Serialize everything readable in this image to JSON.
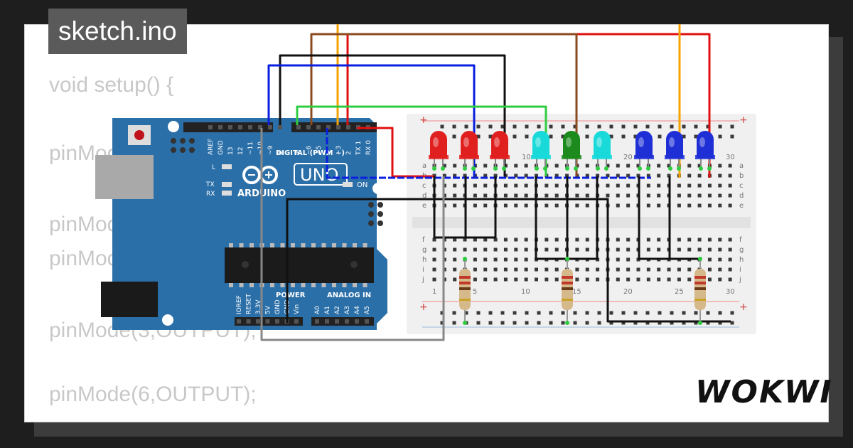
{
  "title": "sketch.ino",
  "code_lines": [
    "void setup() {",
    "pinMode(",
    "pinMode(",
    "pinMode(",
    "pinMode(3,OUTPUT);",
    "pinMode(6,OUTPUT);"
  ],
  "brand": "WOKWI",
  "board": {
    "name": "UNO",
    "brand": "ARDUINO",
    "digital_label": "DIGITAL (PWM ~)",
    "on_label": "ON",
    "power_label": "POWER",
    "analog_label": "ANALOG IN",
    "l_label": "L",
    "tx_label": "TX",
    "rx_label": "RX",
    "digital_pins": [
      "AREF",
      "GND",
      "13",
      "12",
      "~11",
      "~10",
      "~9",
      "8",
      "7",
      "~6",
      "~5",
      "4",
      "~3",
      "2",
      "TX 1",
      "RX 0"
    ],
    "power_pins": [
      "IOREF",
      "RESET",
      "3.3V",
      "5V",
      "GND",
      "GND",
      "Vin"
    ],
    "analog_pins": [
      "A0",
      "A1",
      "A2",
      "A3",
      "A4",
      "A5"
    ]
  },
  "breadboard": {
    "rows_top": [
      "a",
      "b",
      "c",
      "d",
      "e"
    ],
    "rows_bottom": [
      "f",
      "g",
      "h",
      "i",
      "j"
    ],
    "col_numbers_top": [
      "10",
      "20",
      "30"
    ],
    "col_numbers_bottom": [
      "1",
      "5",
      "10",
      "15",
      "20",
      "25",
      "30"
    ],
    "plus": "+",
    "minus": "-"
  },
  "leds": [
    {
      "color": "#e0201e"
    },
    {
      "color": "#e0201e"
    },
    {
      "color": "#e0201e"
    },
    {
      "color": "#19d9d9"
    },
    {
      "color": "#1c8a1c"
    },
    {
      "color": "#19d9d9"
    },
    {
      "color": "#1f2fd6"
    },
    {
      "color": "#1f2fd6"
    },
    {
      "color": "#1f2fd6"
    }
  ],
  "colors": {
    "board": "#2b6fa8",
    "wire_red": "#e01010",
    "wire_blue": "#0a1ee0",
    "wire_black": "#111111",
    "wire_brown": "#8b4a1e",
    "wire_orange": "#f5a300",
    "wire_green": "#2ecc40",
    "wire_gray": "#888888"
  }
}
